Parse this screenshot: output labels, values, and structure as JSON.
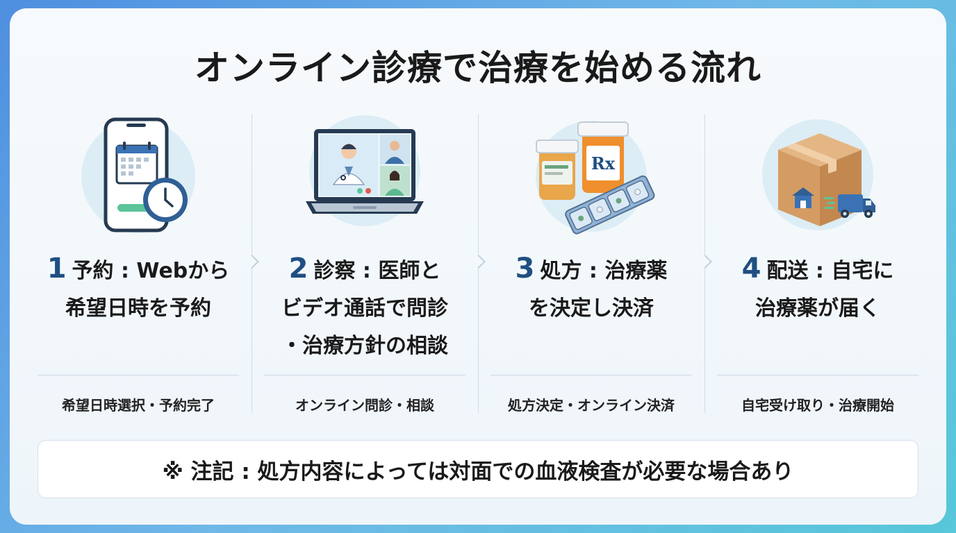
{
  "title": "オンライン診療で治療を始める流れ",
  "steps": [
    {
      "number": "1",
      "heading_line1": "予約 : Webから",
      "heading_line2": "希望日時を予約",
      "heading_line3": "",
      "subtext": "希望日時選択・予約完了",
      "icon": "smartphone-calendar-clock-icon"
    },
    {
      "number": "2",
      "heading_line1": "診察 : 医師と",
      "heading_line2": "ビデオ通話で問診",
      "heading_line3": "・治療方針の相談",
      "subtext": "オンライン問診・相談",
      "icon": "laptop-video-call-icon"
    },
    {
      "number": "3",
      "heading_line1": "処方 : 治療薬",
      "heading_line2": "を決定し決済",
      "heading_line3": "",
      "subtext": "処方決定・オンライン決済",
      "icon": "medicine-bottles-icon",
      "bottle_label": "Rx"
    },
    {
      "number": "4",
      "heading_line1": "配送 : 自宅に",
      "heading_line2": "治療薬が届く",
      "heading_line3": "",
      "subtext": "自宅受け取り・治療開始",
      "icon": "package-delivery-truck-icon"
    }
  ],
  "note": "※ 注記 : 処方内容によっては対面での血液検査が必要な場合あり",
  "colors": {
    "accent_number": "#1f4f82",
    "icon_circle": "#dcedf5",
    "background_gradient_start": "#4f8fe0",
    "background_gradient_end": "#57c7d9"
  }
}
